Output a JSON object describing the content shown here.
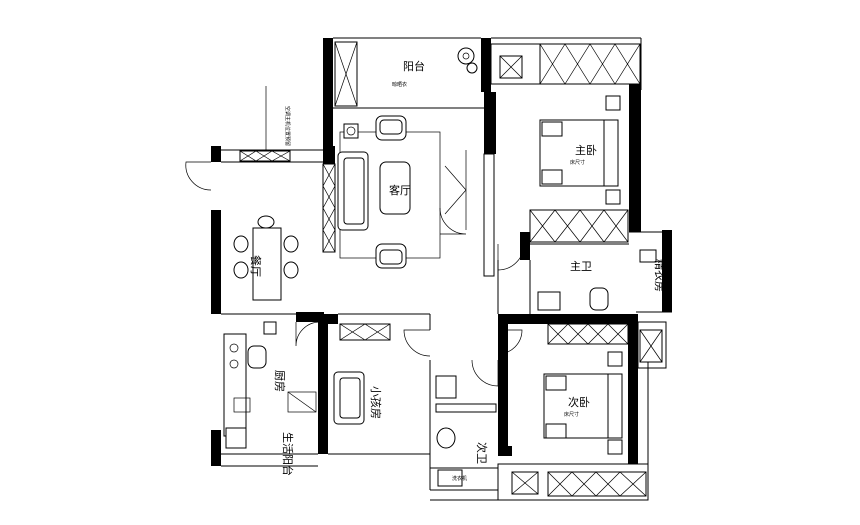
{
  "rooms": {
    "balcony": {
      "name": "阳台",
      "subtitle": "晾晒衣"
    },
    "living": {
      "name": "客厅"
    },
    "dining": {
      "name": "餐厅"
    },
    "master_bedroom": {
      "name": "主卧",
      "note": "床尺寸"
    },
    "master_bath": {
      "name": "主卫"
    },
    "dressing": {
      "name": "精衣房"
    },
    "kitchen": {
      "name": "厨房"
    },
    "kids_room": {
      "name": "小孩房"
    },
    "second_bedroom": {
      "name": "次卧",
      "note": "床尺寸"
    },
    "guest_bath": {
      "name": "次卫"
    },
    "service_balcony": {
      "name": "生活阳台"
    }
  },
  "annotations": {
    "pipe_note": "空调主机位置预留",
    "wash_note": "洗衣机"
  }
}
